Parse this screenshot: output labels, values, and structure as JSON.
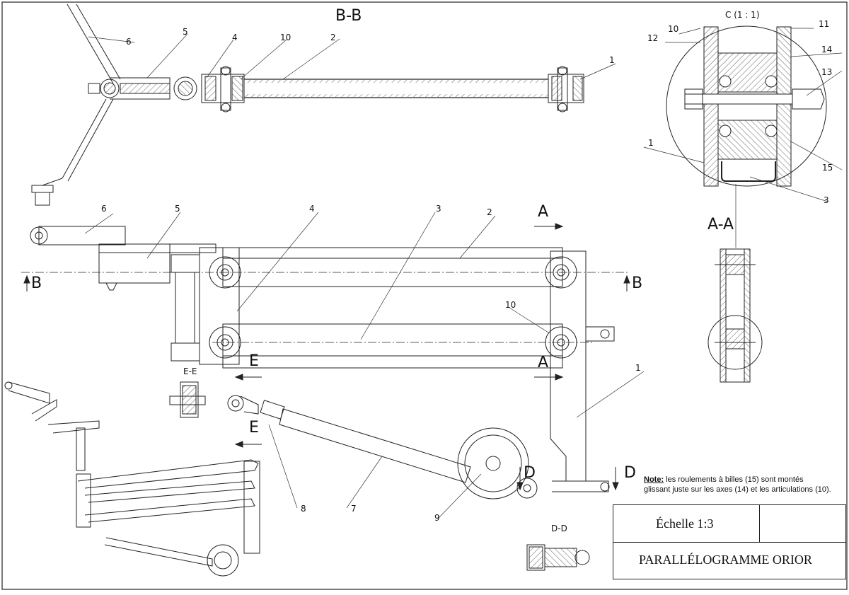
{
  "sections": {
    "bb": "B-B",
    "aa": "A-A",
    "ee": "E-E",
    "dd": "D-D",
    "detail_c": "C (1 : 1)"
  },
  "section_markers": {
    "a": "A",
    "b": "B",
    "d": "D",
    "e": "E"
  },
  "balloons_bb": [
    "6",
    "5",
    "4",
    "10",
    "2",
    "1"
  ],
  "balloons_main": [
    "6",
    "5",
    "4",
    "3",
    "2",
    "10",
    "1",
    "8",
    "7",
    "9"
  ],
  "balloons_detail": [
    "10",
    "11",
    "12",
    "14",
    "13",
    "1",
    "15",
    "3"
  ],
  "note": {
    "label": "Note:",
    "text_line1": " les roulements à billes (15) sont montés",
    "text_line2": "glissant juste sur les axes (14) et les articulations (10)."
  },
  "title_block": {
    "scale": "Échelle 1:3",
    "title": "PARALLÉLOGRAMME ORIOR"
  }
}
